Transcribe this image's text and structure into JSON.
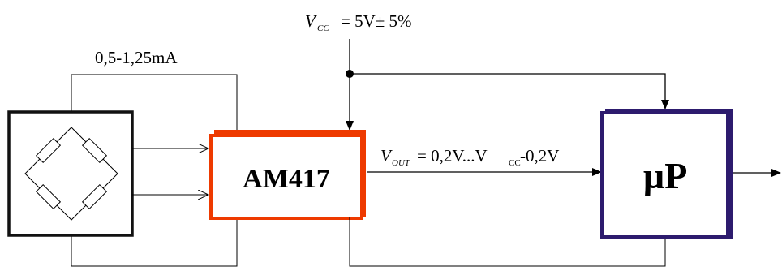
{
  "supply": {
    "symbol": "V",
    "subscript": "CC",
    "value": "= 5V± 5%"
  },
  "current_label": "0,5-1,25mA",
  "output": {
    "symbol": "V",
    "subscript": "OUT",
    "value_start": "= 0,2V...V",
    "value_sub": "CC",
    "value_end": "-0,2V"
  },
  "blocks": {
    "amplifier_label": "AM417",
    "processor_label": "µP"
  },
  "colors": {
    "line": "#000000",
    "amplifier_border": "#ee3a00",
    "processor_border": "#2d1b6e",
    "sensor_border": "#111111"
  },
  "icons": {
    "sensor": "wheatstone-bridge-icon"
  }
}
